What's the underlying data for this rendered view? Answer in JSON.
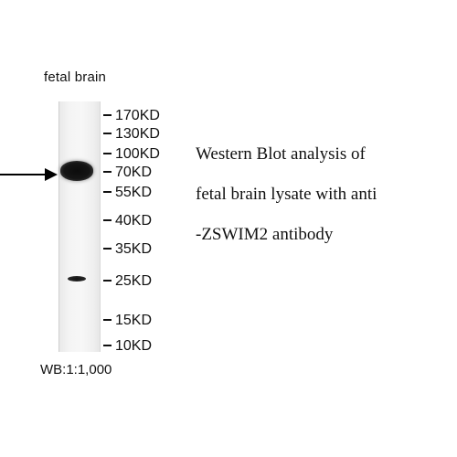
{
  "lane_label": "fetal brain",
  "markers": [
    "170KD",
    "130KD",
    "100KD",
    "70KD",
    "55KD",
    "40KD",
    "35KD",
    "25KD",
    "15KD",
    "10KD"
  ],
  "caption": {
    "line1": "Western Blot analysis of",
    "line2": "fetal brain lysate with anti",
    "line3": "-ZSWIM2 antibody"
  },
  "dilution": "WB:1:1,000"
}
